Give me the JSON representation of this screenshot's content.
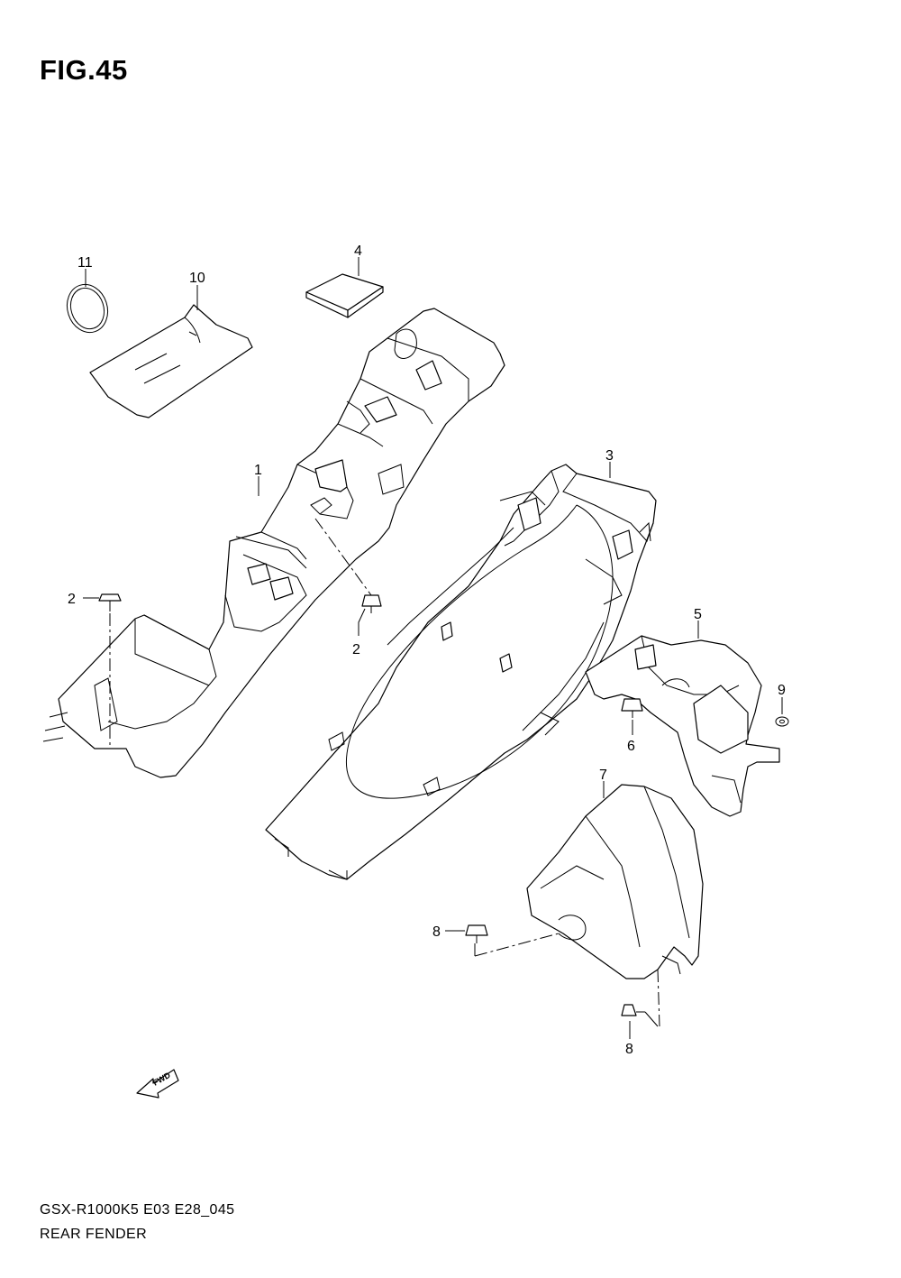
{
  "figure": {
    "title": "FIG.45"
  },
  "callouts": [
    {
      "id": "c1",
      "text": "1"
    },
    {
      "id": "c2a",
      "text": "2"
    },
    {
      "id": "c2b",
      "text": "2"
    },
    {
      "id": "c3",
      "text": "3"
    },
    {
      "id": "c4",
      "text": "4"
    },
    {
      "id": "c5",
      "text": "5"
    },
    {
      "id": "c6",
      "text": "6"
    },
    {
      "id": "c7",
      "text": "7"
    },
    {
      "id": "c8a",
      "text": "8"
    },
    {
      "id": "c8b",
      "text": "8"
    },
    {
      "id": "c9",
      "text": "9"
    },
    {
      "id": "c10",
      "text": "10"
    },
    {
      "id": "c11",
      "text": "11"
    }
  ],
  "fwd_label": "FWD",
  "footer": {
    "model_code": "GSX-R1000K5 E03 E28_045",
    "section_name": "REAR FENDER"
  }
}
